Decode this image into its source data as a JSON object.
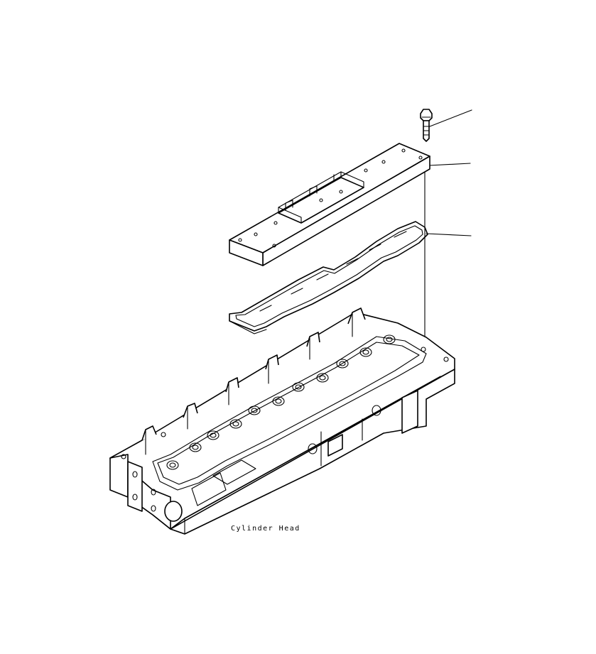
{
  "diagram": {
    "caption": "Cylinder Head",
    "parts": [
      {
        "id": "bolt"
      },
      {
        "id": "rocker-cover"
      },
      {
        "id": "gasket"
      },
      {
        "id": "cylinder-head"
      }
    ]
  }
}
